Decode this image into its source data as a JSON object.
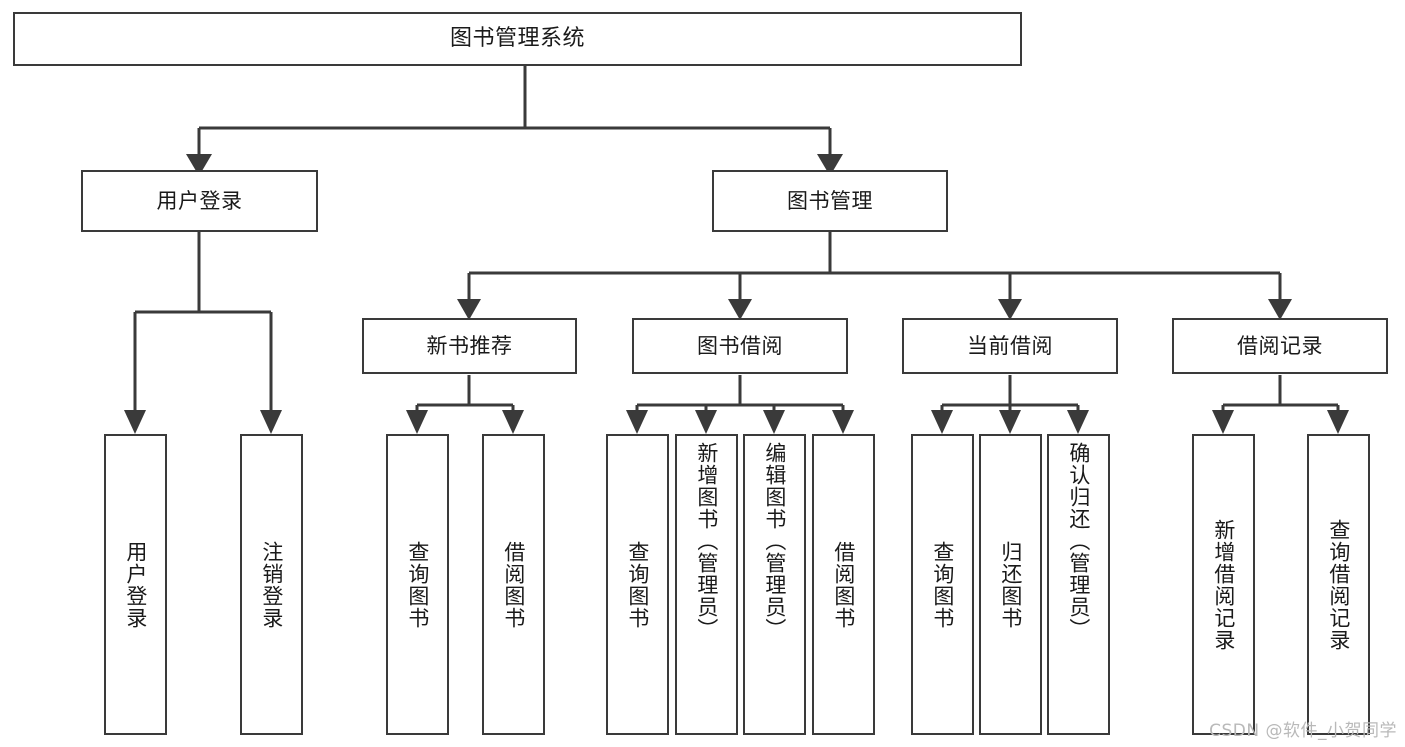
{
  "diagram": {
    "title": "图书管理系统",
    "type": "tree",
    "watermark": "CSDN @软件_小贺同学",
    "colors": {
      "box_border": "#3a3a3a",
      "box_fill": "#ffffff",
      "edge": "#3a3a3a",
      "text": "#1a1a1a",
      "watermark": "#b9b9b9",
      "background": "#ffffff"
    },
    "nodes": {
      "root": {
        "label": "图书管理系统"
      },
      "level2": [
        {
          "id": "user-login",
          "label": "用户登录"
        },
        {
          "id": "book-manage",
          "label": "图书管理"
        }
      ],
      "level3": [
        {
          "id": "new-book-rec",
          "label": "新书推荐"
        },
        {
          "id": "book-borrow",
          "label": "图书借阅"
        },
        {
          "id": "current-borrow",
          "label": "当前借阅"
        },
        {
          "id": "borrow-record",
          "label": "借阅记录"
        }
      ],
      "leaves": {
        "user-login": [
          {
            "id": "leaf-user-login",
            "label": "用户登录"
          },
          {
            "id": "leaf-logout",
            "label": "注销登录"
          }
        ],
        "new-book-rec": [
          {
            "id": "leaf-query-book-1",
            "label": "查询图书"
          },
          {
            "id": "leaf-borrow-book-1",
            "label": "借阅图书"
          }
        ],
        "book-borrow": [
          {
            "id": "leaf-query-book-2",
            "label": "查询图书"
          },
          {
            "id": "leaf-add-book",
            "label": "新增图书（管理员）"
          },
          {
            "id": "leaf-edit-book",
            "label": "编辑图书（管理员）"
          },
          {
            "id": "leaf-borrow-book-2",
            "label": "借阅图书"
          }
        ],
        "current-borrow": [
          {
            "id": "leaf-query-book-3",
            "label": "查询图书"
          },
          {
            "id": "leaf-return-book",
            "label": "归还图书"
          },
          {
            "id": "leaf-confirm-return",
            "label": "确认归还（管理员）"
          }
        ],
        "borrow-record": [
          {
            "id": "leaf-add-record",
            "label": "新增借阅记录"
          },
          {
            "id": "leaf-query-record",
            "label": "查询借阅记录"
          }
        ]
      }
    }
  }
}
